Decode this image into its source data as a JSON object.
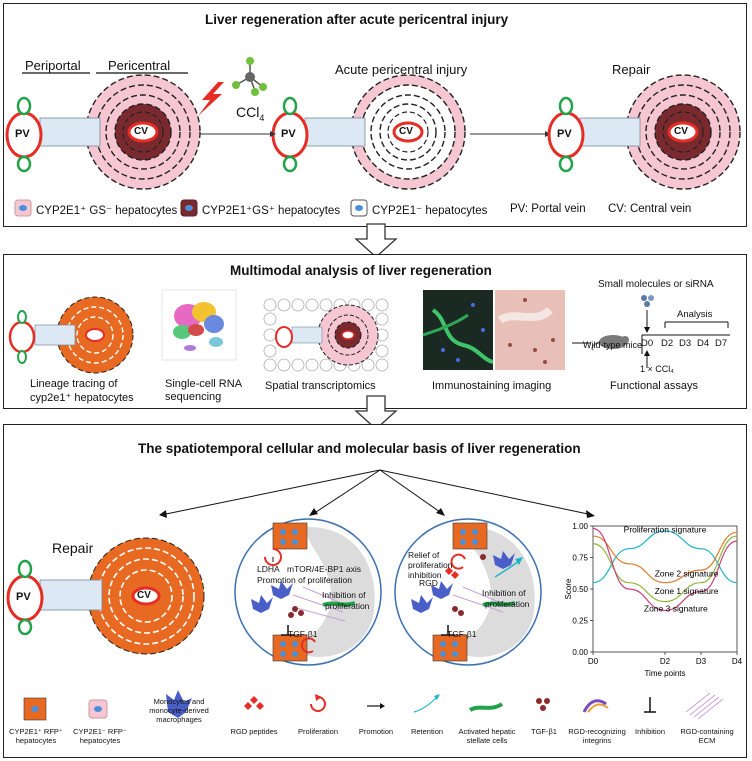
{
  "panel1": {
    "title": "Liver regeneration after acute pericentral injury",
    "periportal": "Periportal",
    "pericentral": "Pericentral",
    "ccl4": "CCl",
    "ccl4_sub": "4",
    "acute": "Acute pericentral  injury",
    "repair": "Repair",
    "pv": "PV",
    "cv": "CV",
    "legend": [
      "CYP2E1⁺ GS⁻ hepatocytes",
      "CYP2E1⁺GS⁺ hepatocytes",
      "CYP2E1⁻  hepatocytes",
      "PV: Portal vein",
      "CV: Central vein"
    ]
  },
  "panel2": {
    "title": "Multimodal analysis of liver regeneration",
    "lineage": [
      "Lineage tracing of",
      "cyp2e1⁺ hepatocytes"
    ],
    "scrna": [
      "Single-cell  RNA",
      "sequencing"
    ],
    "spatial": "Spatial transcriptomics",
    "immuno": "Immunostaining imaging",
    "small_mol": "Small molecules or siRNA",
    "analysis": "Analysis",
    "mice": "Wild-type mice",
    "days": [
      "D0",
      "D2",
      "D3",
      "D4",
      "D7"
    ],
    "dose": "1 × CCl₄",
    "functional": "Functional assays"
  },
  "panel3": {
    "title": "The spatiotemporal cellular and molecular basis of liver regeneration",
    "repair": "Repair",
    "pv": "PV",
    "cv": "CV",
    "mech1": {
      "ldha": "LDHA",
      "mtor": "mTOR/4E-BP1 axis",
      "promo": "Promotion of proliferation",
      "inhib": [
        "Inhibition of",
        "proliferation"
      ],
      "tgf": "TGF-β1"
    },
    "mech2": {
      "relief": [
        "Relief of",
        "proliferation",
        "inhibition"
      ],
      "rgd": "RGD",
      "inhib": [
        "Inhibition of",
        "proliferation"
      ],
      "tgf": "TGF-β1"
    },
    "legend": [
      "CYP2E1⁺ RFP⁺ hepatocytes",
      "CYP2E1⁻ RFP⁻ hepatocytes",
      "Monocytes and monocyte-derived macrophages",
      "RGD peptides",
      "Proliferation",
      "Promotion",
      "Retention",
      "Activated hepatic stellate cells",
      "TGF-β1",
      "RGD-recognizing integrins",
      "Inhibition",
      "RGD-containing ECM"
    ]
  },
  "chart_data": {
    "type": "line",
    "xlabel": "Time points",
    "ylabel": "Score",
    "x": [
      "D0",
      "D2",
      "D3",
      "D4"
    ],
    "xpos": [
      0,
      2,
      3,
      4
    ],
    "ylim": [
      0,
      1.0
    ],
    "yticks": [
      "0.00",
      "0.25",
      "0.50",
      "0.75",
      "1.00"
    ],
    "series": [
      {
        "name": "Proliferation signature",
        "color": "#1fb5c9",
        "x": [
          0,
          1,
          2,
          3,
          4
        ],
        "values": [
          0.55,
          0.82,
          0.96,
          0.82,
          0.55
        ]
      },
      {
        "name": "Zone 2 signature",
        "color": "#e07a2a",
        "x": [
          0,
          1,
          2,
          3,
          4
        ],
        "values": [
          0.92,
          0.7,
          0.55,
          0.65,
          0.95
        ]
      },
      {
        "name": "Zone 1 signature",
        "color": "#8fb73a",
        "x": [
          0,
          1,
          2,
          3,
          4
        ],
        "values": [
          0.86,
          0.55,
          0.4,
          0.55,
          0.92
        ]
      },
      {
        "name": "Zone 3 signature",
        "color": "#c9407a",
        "x": [
          0,
          1,
          2,
          3,
          4
        ],
        "values": [
          0.98,
          0.5,
          0.33,
          0.48,
          0.88
        ]
      }
    ],
    "annotations": [
      "Proliferation signature",
      "Zone 2 signature",
      "Zone 1 signature",
      "Zone 3 signature"
    ]
  }
}
